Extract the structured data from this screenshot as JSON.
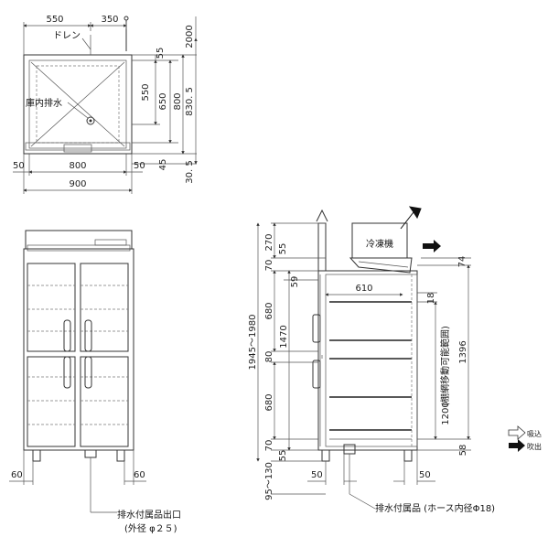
{
  "top_view": {
    "dims": {
      "w550": "550",
      "w350": "350",
      "h2000": "2000",
      "h55": "55",
      "h550": "550",
      "h650": "650",
      "h800": "800",
      "h830": "830. 5",
      "h45": "45",
      "h30": "30. 5",
      "w50l": "50",
      "w800": "800",
      "w50r": "50",
      "w900": "900"
    },
    "labels": {
      "drain": "ドレン",
      "inner_drain": "庫内排水"
    }
  },
  "front_view": {
    "dims": {
      "w60l": "60",
      "w60r": "60"
    },
    "labels": {
      "drain_outlet": "排水付属品出口",
      "outer_dia": "(外径 φ２５)"
    }
  },
  "side_view": {
    "dims": {
      "h270": "270",
      "h70a": "70",
      "h55a": "55",
      "h59": "59",
      "h680a": "680",
      "h1945": "1945〜1980",
      "h1470": "1470",
      "h80": "80",
      "h680b": "680",
      "h70b": "70",
      "h55b": "55",
      "h95": "95〜130",
      "w610": "610",
      "h18": "18",
      "h74": "74",
      "h1396": "1396",
      "h1200": "1200",
      "h58": "58",
      "w50l": "50",
      "w50r": "50"
    },
    "labels": {
      "refrigerator_unit": "冷凍機",
      "shelf_range": "(棚網移動可能範囲)",
      "drain_accessory": "排水付属品 (ホース内径Φ18)"
    }
  },
  "legend": {
    "intake": "吸込",
    "exhaust": "吹出"
  }
}
